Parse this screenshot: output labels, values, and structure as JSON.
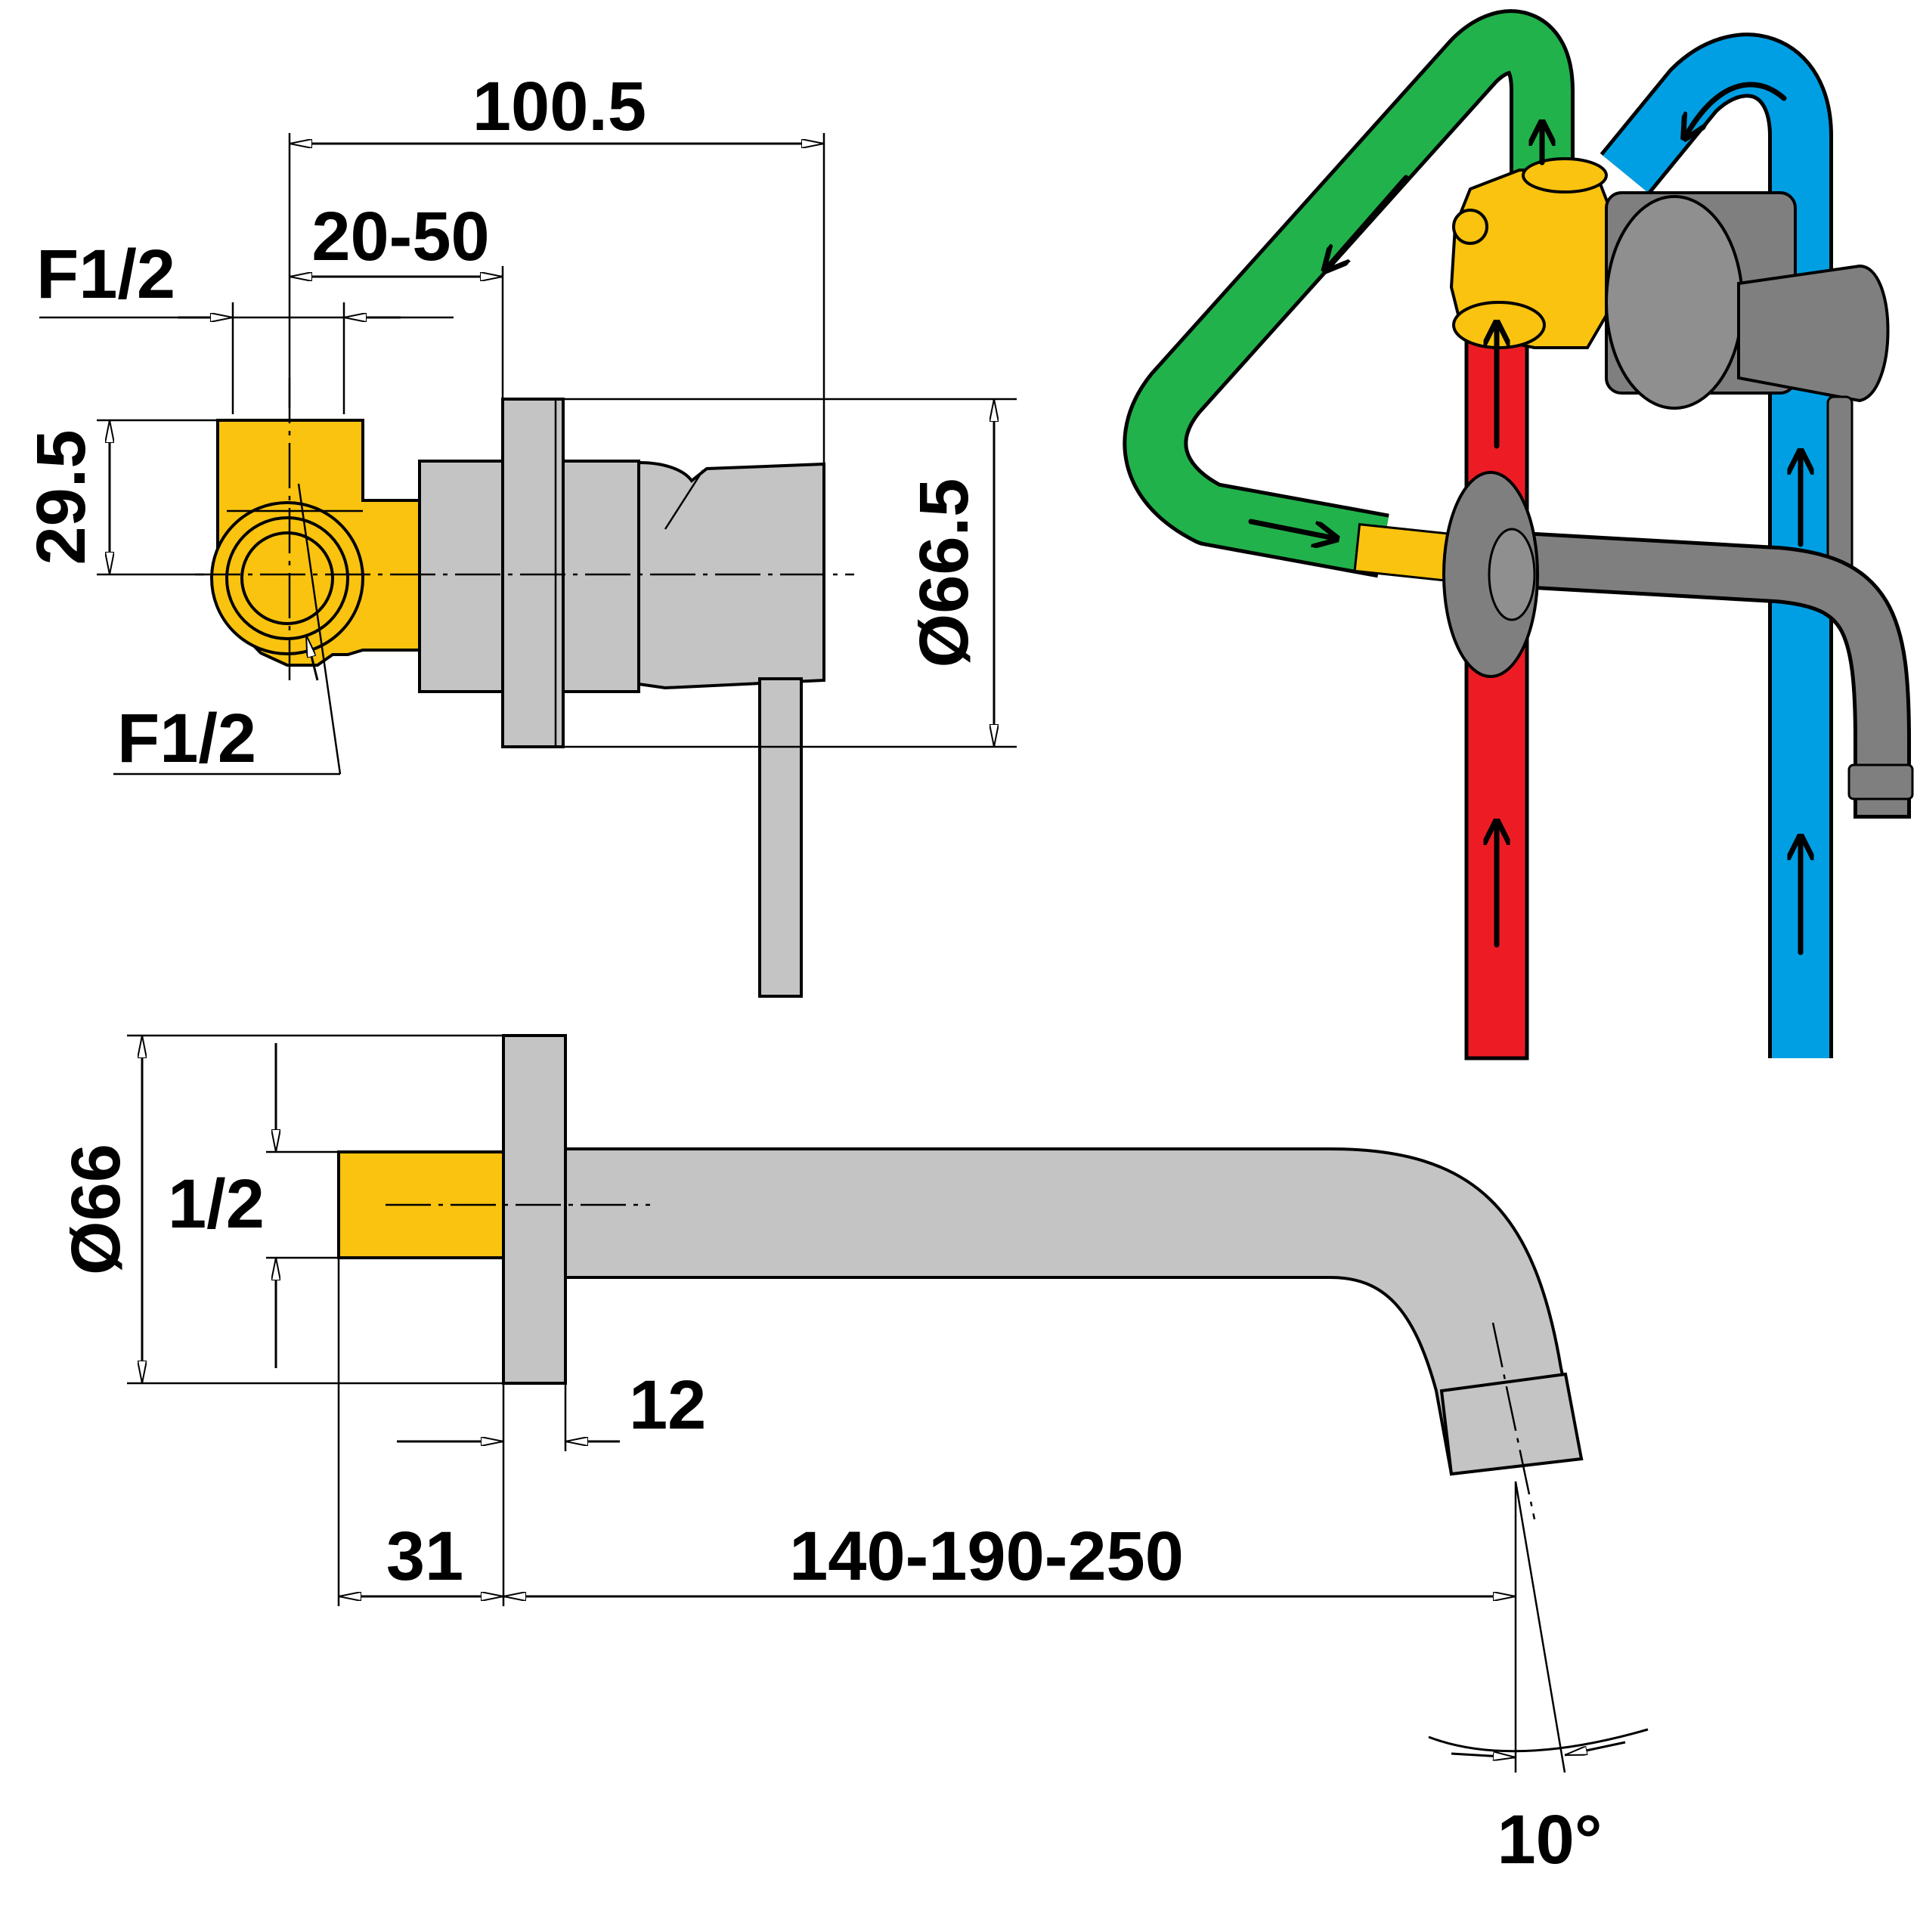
{
  "colors": {
    "brass": "#F9C30F",
    "steel": "#C4C4C4",
    "steel_dark": "#7F7F7F",
    "hot_pipe": "#ED1C24",
    "cold_pipe": "#009FE3",
    "mixed_pipe": "#22B24C"
  },
  "mixer_view": {
    "overall_length": "100.5",
    "wall_depth_range": "20-50",
    "inlet_thread_top": "F1/2",
    "inlet_thread_bottom": "F1/2",
    "body_height": "29.5",
    "escutcheon_diameter": "Ø66.5"
  },
  "spout_view": {
    "escutcheon_diameter": "Ø66",
    "thread_size": "1/2",
    "escutcheon_thickness": "12",
    "thread_length": "31",
    "spout_reach": "140-190-250",
    "outlet_angle": "10°"
  }
}
